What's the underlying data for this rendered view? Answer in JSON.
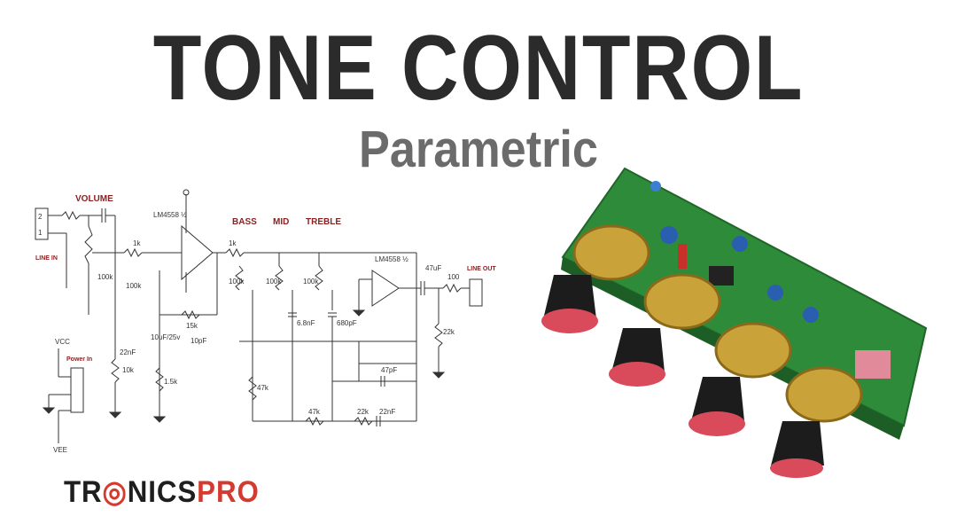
{
  "header": {
    "title": "TONE CONTROL",
    "subtitle": "Parametric"
  },
  "schematic": {
    "labels": {
      "volume": "VOLUME",
      "bass": "BASS",
      "mid": "MID",
      "treble": "TREBLE",
      "line_in": "LINE IN",
      "line_out": "LINE OUT",
      "opamp1": "LM4558 ½",
      "opamp2": "LM4558 ½",
      "power": "Power In",
      "vcc": "VCC",
      "vee": "VEE",
      "gnd": "GND"
    },
    "components": [
      "1k",
      "100k",
      "100k",
      "1k",
      "22nF",
      "10k",
      "1.5k",
      "10uF/25v",
      "15k",
      "100k",
      "100k",
      "100k",
      "6.8nF",
      "680pF",
      "47k",
      "47k",
      "22k",
      "22nF",
      "47pF",
      "47uF",
      "100",
      "22k",
      "10pF"
    ]
  },
  "logo": {
    "part1": "TR",
    "part2": "NICS",
    "part3": "PRO"
  },
  "colors": {
    "title": "#2b2b2b",
    "subtitle": "#6b6b6b",
    "board": "#2e8b3a",
    "knob": "#1c1c1c",
    "accent": "#d43a2f"
  }
}
